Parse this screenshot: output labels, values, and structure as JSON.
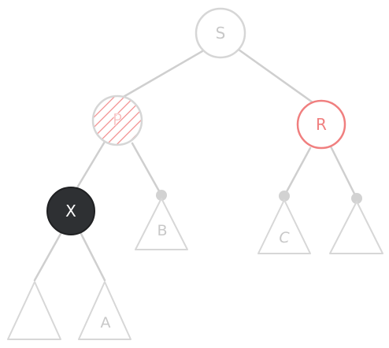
{
  "nodes": {
    "s": {
      "label": "S"
    },
    "p": {
      "label": "P"
    },
    "r": {
      "label": "R"
    },
    "x": {
      "label": "X"
    }
  },
  "subtrees": {
    "a": {
      "label": "A"
    },
    "b": {
      "label": "B"
    },
    "c": {
      "label": "C"
    },
    "x_left": {
      "label": ""
    },
    "r_right": {
      "label": ""
    }
  },
  "colors": {
    "edge": "#cfcfcf",
    "node_outline": "#d6d6d6",
    "node_text": "#c8c8c8",
    "red": "#f07f7f",
    "hatch": "#f28b8b",
    "black_node": "#2e3033",
    "black_node_text": "#ffffff",
    "null_leaf": "#d2d2d2"
  }
}
